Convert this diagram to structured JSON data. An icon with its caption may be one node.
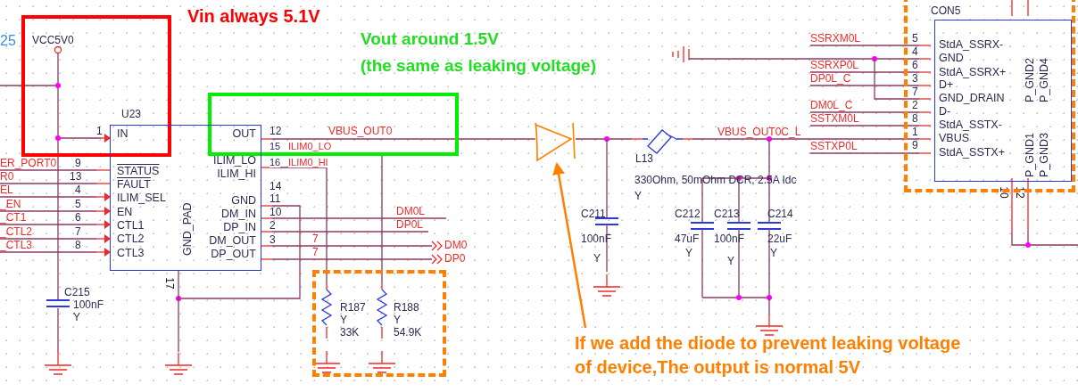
{
  "diagram": {
    "nodes": [
      {
        "text": [
          "Vin always 5.1V"
        ]
      },
      {
        "text": [
          "Vout around 1.5V",
          "(the same as leaking voltage)"
        ]
      },
      {
        "text": [
          "U23",
          "IN",
          "OUT",
          "STATUS",
          "FAULT",
          "ILIM_SEL",
          "EN",
          "CTL1",
          "CTL2",
          "CTL3",
          "GND_PAD",
          "ILIM_LO",
          "ILIM_HI",
          "GND",
          "DM_IN",
          "DP_IN",
          "DM_OUT",
          "DP_OUT"
        ]
      },
      {
        "text": [],
        "shape": "box"
      },
      {
        "text": [],
        "shape": "diode"
      },
      {
        "text": [],
        "shape": "box"
      },
      {
        "text": [
          "CON5",
          "StdA_SSRX-",
          "GND",
          "StdA_SSRX+",
          "D+",
          "GND_DRAIN",
          "D-",
          "StdA_SSTX-",
          "VBUS",
          "StdA_SSTX+",
          "P_GND2",
          "P_GND4",
          "P_GND1",
          "P_GND3"
        ],
        "in": 5
      },
      {
        "text": [
          "If we add the diode to prevent leaking voltage of device,The output is normal 5V"
        ]
      }
    ],
    "edges": [
      {
        "from": 7,
        "to": 4,
        "arrow": "to",
        "color": "#ff8000"
      }
    ],
    "labels": [
      "25",
      "VCC5V0",
      "1",
      "12",
      "VBUS_OUT0",
      "15",
      "ILIM0_LO",
      "16",
      "ILIM0_HI",
      "9",
      "ER_PORT0",
      "13",
      "R0",
      "4",
      "EL",
      "5",
      "_EN",
      "6",
      "_CT1",
      "7",
      "_CTL2",
      "8",
      "_CTL3",
      "14",
      "11",
      "10",
      "2",
      "3",
      "DM0L",
      "DP0L",
      "7",
      "7",
      "DM0",
      "DP0",
      "17",
      "C215",
      "100nF",
      "Y",
      "R187",
      "Y",
      "33K",
      "R188",
      "Y",
      "54.9K",
      "L13",
      "330Ohm, 50mOhm DCR, 2.5A Idc",
      "Y",
      "C211",
      "100nF",
      "Y",
      "VBUS_OUT0C_L",
      "C212",
      "47uF",
      "Y",
      "C213",
      "100nF",
      "Y",
      "C214",
      "22uF",
      "Y",
      "SSRXM0L",
      "SSRXP0L",
      "DP0L_C",
      "DM0L_C",
      "SSTXM0L",
      "SSTXP0L",
      "5",
      "4",
      "6",
      "3",
      "7",
      "2",
      "8",
      "1",
      "9",
      "10",
      "12"
    ]
  }
}
